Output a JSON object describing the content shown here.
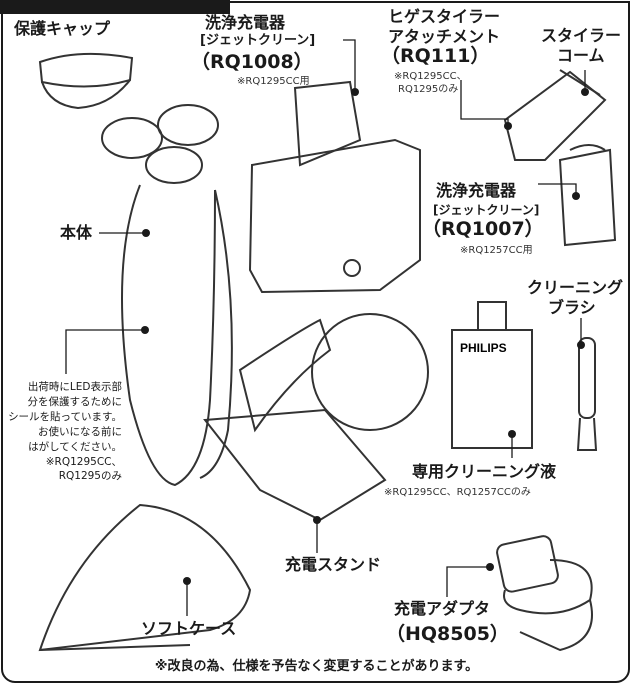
{
  "items": {
    "cap": {
      "name": "保護キャップ"
    },
    "charger_big": {
      "name": "洗浄充電器",
      "subname": "[ジェットクリーン]",
      "model": "（RQ1008）",
      "note": "※RQ1295CC用"
    },
    "attachment": {
      "name_line1": "ヒゲスタイラー",
      "name_line2": "アタッチメント",
      "model": "（RQ111）",
      "note_line1": "※RQ1295CC、",
      "note_line2": "RQ1295のみ"
    },
    "comb": {
      "name_line1": "スタイラー",
      "name_line2": "コーム"
    },
    "charger_small": {
      "name": "洗浄充電器",
      "subname": "[ジェットクリーン]",
      "model": "（RQ1007）",
      "note": "※RQ1257CC用"
    },
    "body": {
      "name": "本体",
      "note": "出荷時にLED表示部\n分を保護するために\nシールを貼っています。\nお使いになる前に\nはがしてください。\n※RQ1295CC、\nRQ1295のみ"
    },
    "brush": {
      "name_line1": "クリーニング",
      "name_line2": "ブラシ"
    },
    "liquid": {
      "name": "専用クリーニング液",
      "note": "※RQ1295CC、RQ1257CCのみ",
      "brand": "PHILIPS"
    },
    "stand": {
      "name": "充電スタンド"
    },
    "case": {
      "name": "ソフトケース"
    },
    "adapter": {
      "name": "充電アダプタ",
      "model": "（HQ8505）"
    }
  },
  "footer": {
    "note": "※改良の為、仕様を予告なく変更することがあります。"
  }
}
